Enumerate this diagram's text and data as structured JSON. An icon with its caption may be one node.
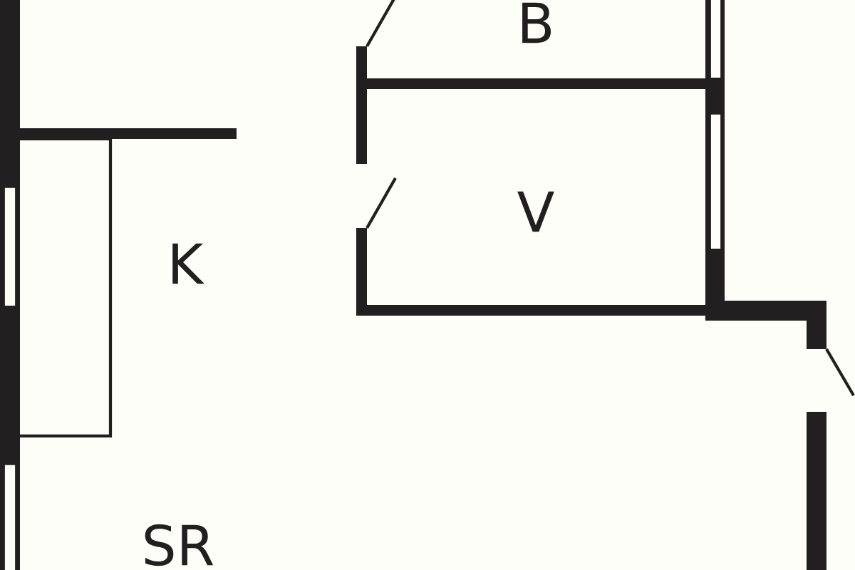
{
  "diagram": {
    "labels": [
      "B",
      "V",
      "K",
      "SR"
    ]
  }
}
